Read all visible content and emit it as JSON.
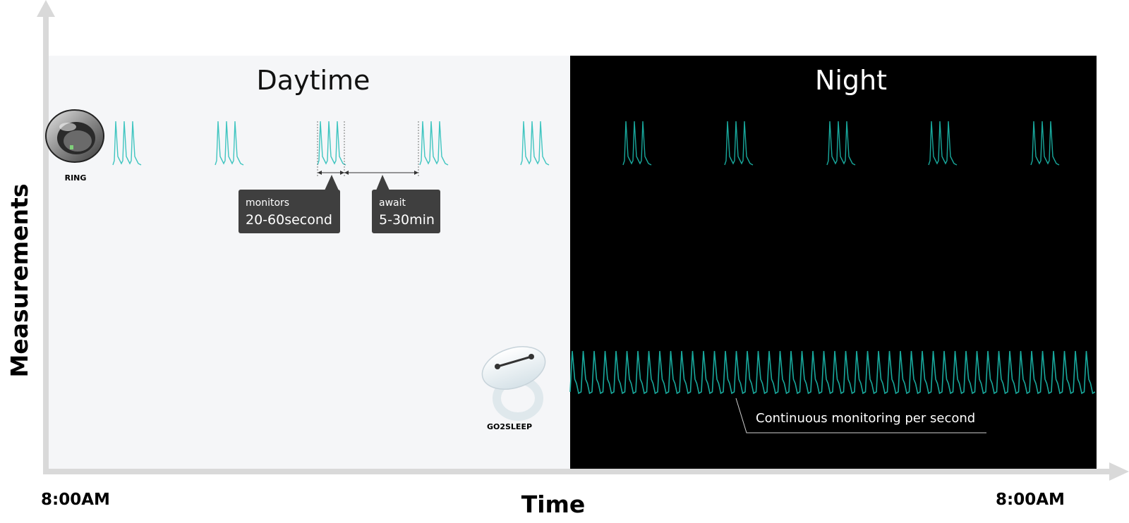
{
  "axes": {
    "y_label": "Measurements",
    "x_label": "Time",
    "x_start": "8:00AM",
    "x_end": "8:00AM"
  },
  "periods": {
    "day": "Daytime",
    "night": "Night"
  },
  "devices": {
    "ring": "RING",
    "go2sleep": "GO2SLEEP"
  },
  "callouts": {
    "monitors_caption": "monitors",
    "monitors_value": "20-60second",
    "await_caption": "await",
    "await_value": "5-30min",
    "continuous": "Continuous monitoring per second"
  },
  "colors": {
    "day_bg": "#f5f6f8",
    "night_bg": "#000000",
    "wave_day": "#3fc5c0",
    "wave_night": "#18a89c",
    "axis": "#d9d9d9",
    "callout_bg": "#3f3f3f"
  },
  "icons": [
    "ring-device-icon",
    "go2sleep-device-icon"
  ]
}
